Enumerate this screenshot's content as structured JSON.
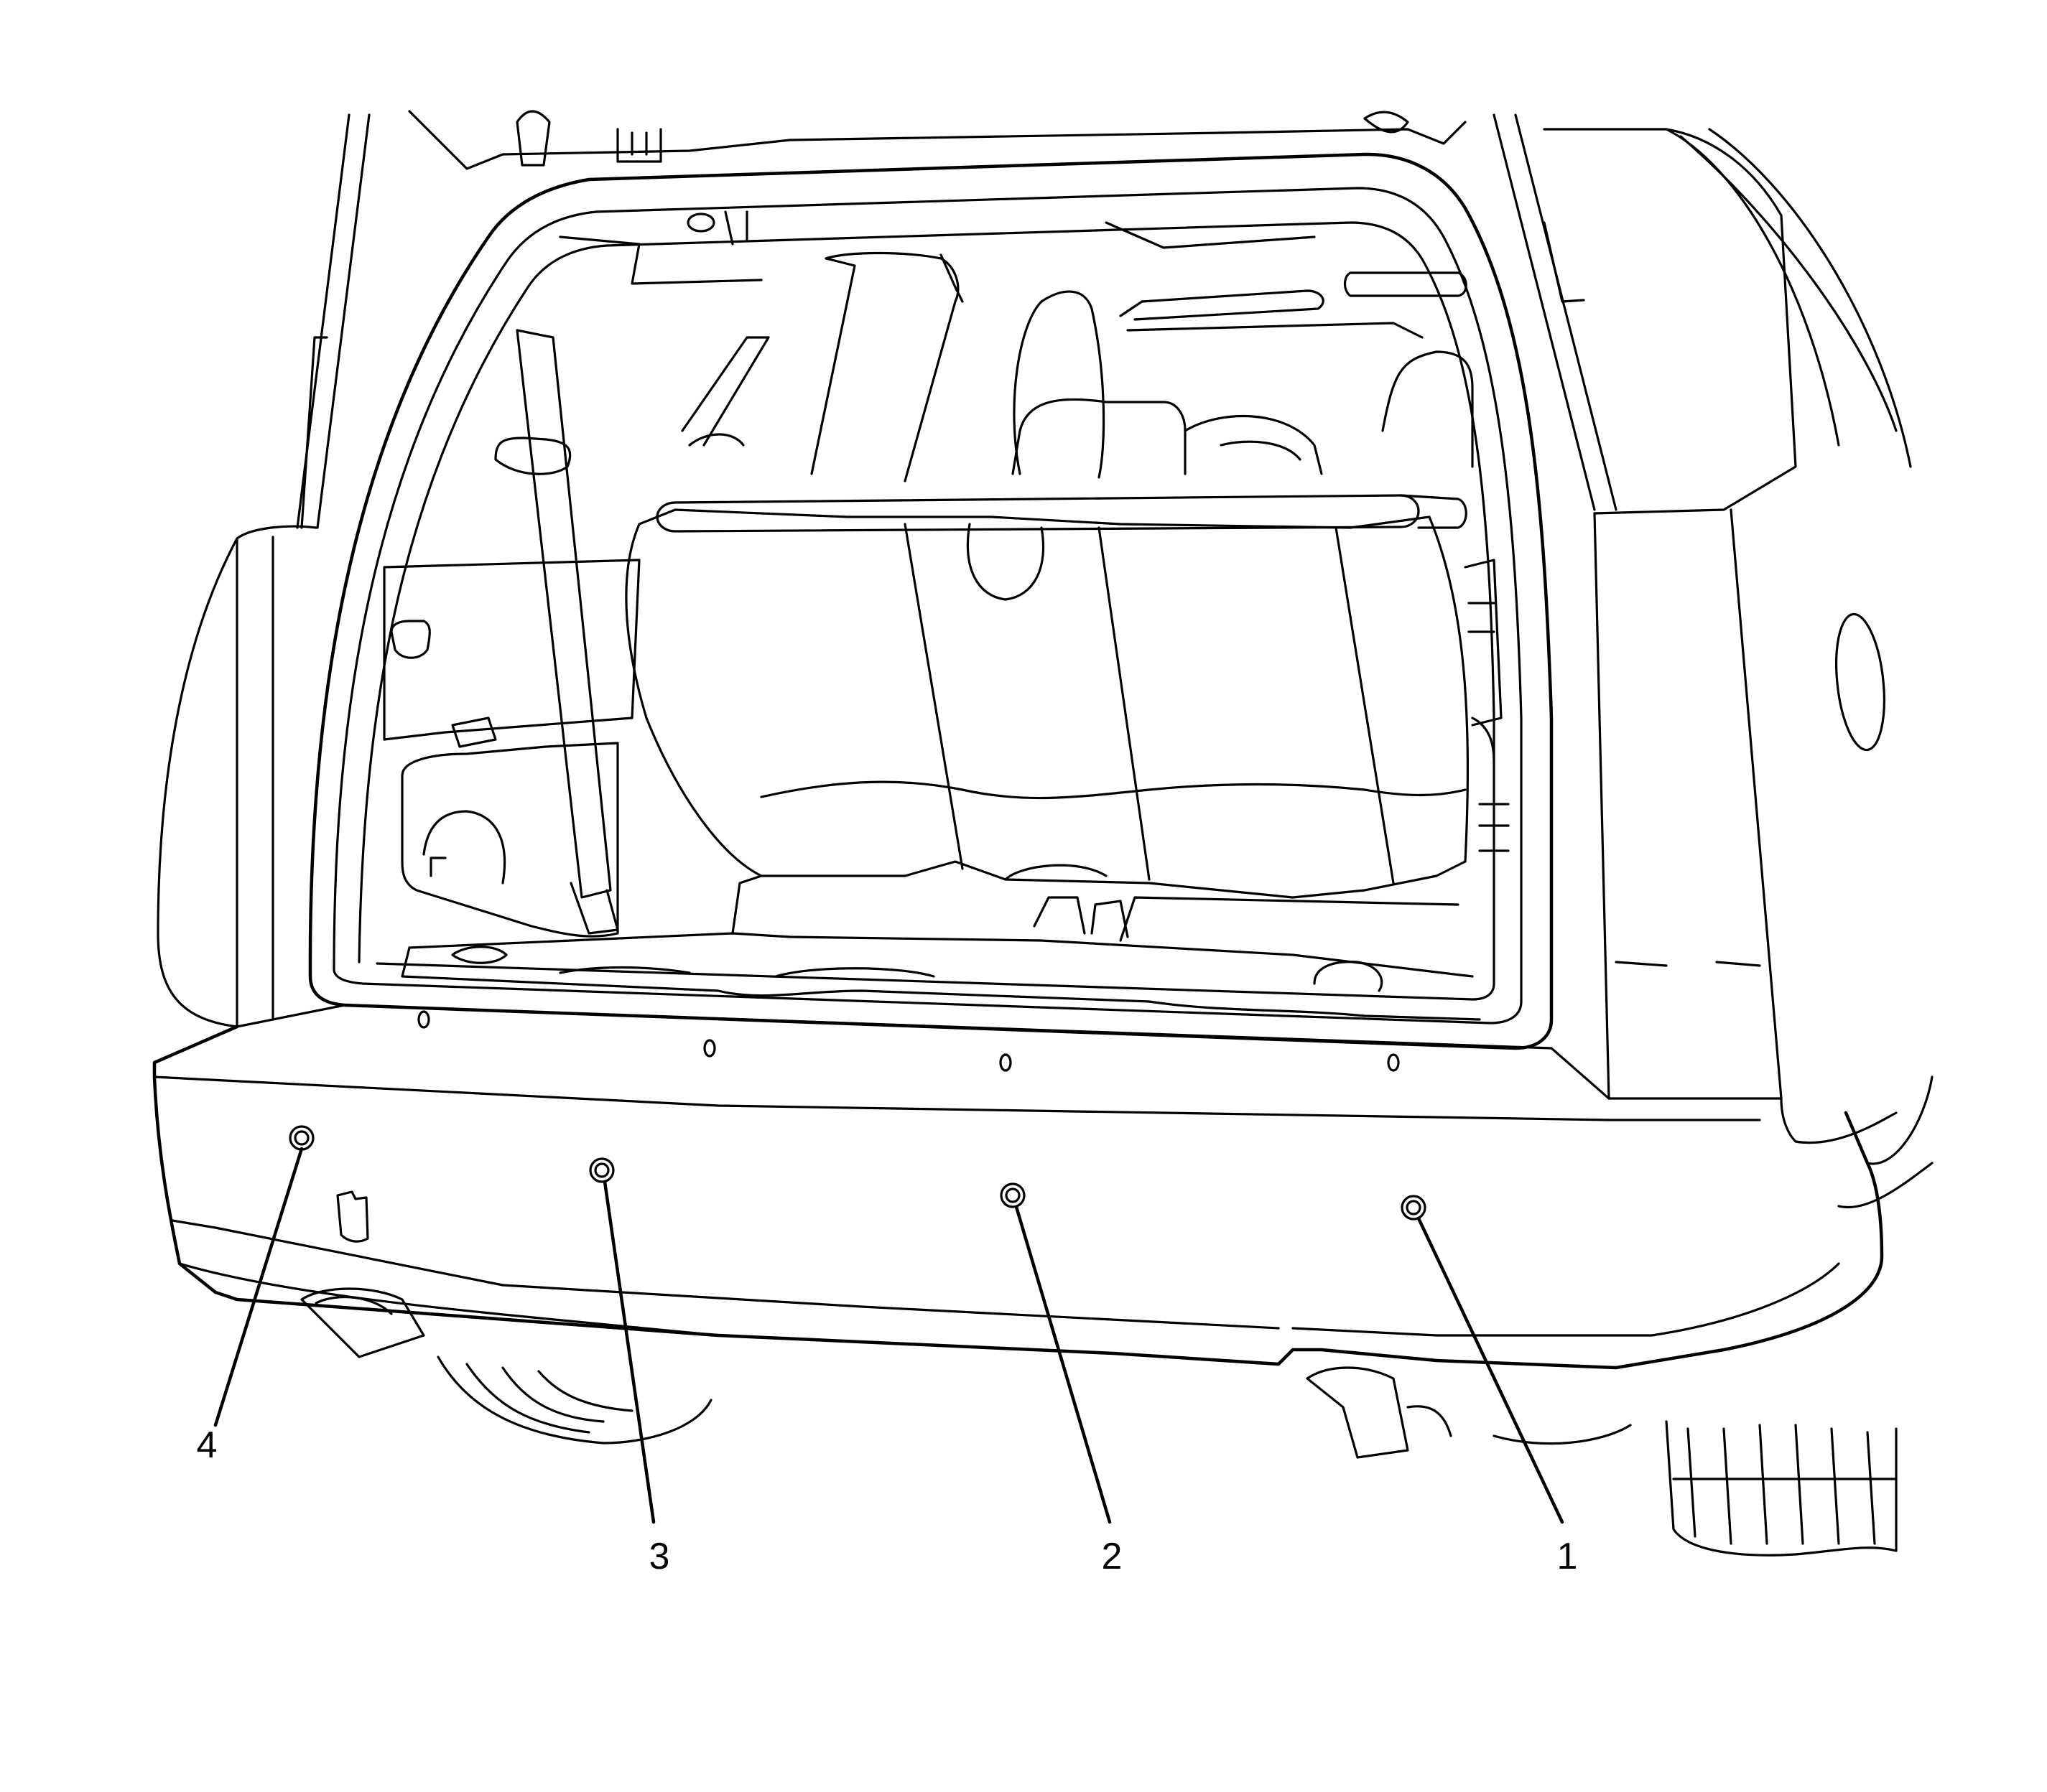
{
  "figure": {
    "description_labels": [
      {
        "id": "1",
        "text": "1"
      },
      {
        "id": "2",
        "text": "2"
      },
      {
        "id": "3",
        "text": "3"
      },
      {
        "id": "4",
        "text": "4"
      }
    ]
  }
}
